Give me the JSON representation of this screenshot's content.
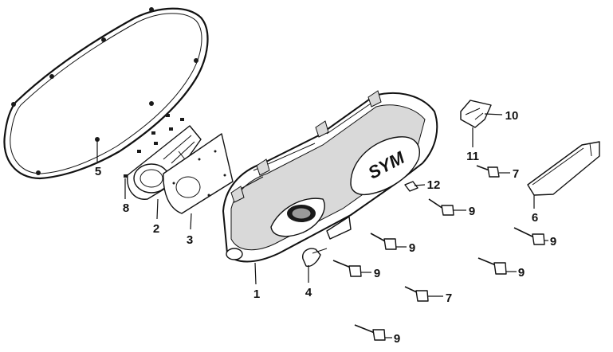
{
  "callouts": [
    {
      "key": "p1",
      "label": "1"
    },
    {
      "key": "p2",
      "label": "2"
    },
    {
      "key": "p3",
      "label": "3"
    },
    {
      "key": "p4",
      "label": "4"
    },
    {
      "key": "p5",
      "label": "5"
    },
    {
      "key": "p6",
      "label": "6"
    },
    {
      "key": "p7a",
      "label": "7"
    },
    {
      "key": "p7b",
      "label": "7"
    },
    {
      "key": "p8",
      "label": "8"
    },
    {
      "key": "p9a",
      "label": "9"
    },
    {
      "key": "p9b",
      "label": "9"
    },
    {
      "key": "p9c",
      "label": "9"
    },
    {
      "key": "p9d",
      "label": "9"
    },
    {
      "key": "p9e",
      "label": "9"
    },
    {
      "key": "p9f",
      "label": "9"
    },
    {
      "key": "p10",
      "label": "10"
    },
    {
      "key": "p11",
      "label": "11"
    },
    {
      "key": "p12",
      "label": "12"
    }
  ],
  "logo_text": "SYM",
  "colors": {
    "line": "#111111",
    "background": "#ffffff"
  }
}
